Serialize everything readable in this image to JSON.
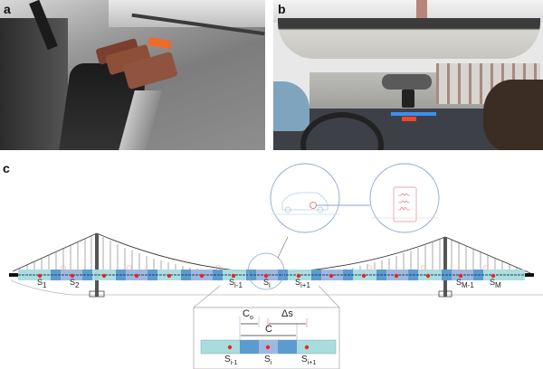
{
  "figure": {
    "panels": [
      {
        "label": "a",
        "description": "Photo of car dashboard with smartphones and orange sensor placed on it"
      },
      {
        "label": "b",
        "description": "Photo from back seat of car driving across suspension bridge; phone mounted at windshield"
      },
      {
        "label": "c",
        "description": "Schematic of suspension bridge divided into overlapping segments S1..SM with sensing vehicle and smartphone"
      }
    ],
    "segments": {
      "labels": [
        "S",
        "S",
        "S",
        "S",
        "S",
        "S",
        "S"
      ],
      "subscripts": [
        "1",
        "2",
        "i-1",
        "i",
        "i+1",
        "M-1",
        "M"
      ]
    },
    "inset": {
      "c_o_label": "C",
      "c_o_sub": "o",
      "delta_s_label": "Δs",
      "c_label": "C",
      "seg_labels": [
        {
          "main": "S",
          "sub": "i-1"
        },
        {
          "main": "S",
          "sub": "i"
        },
        {
          "main": "S",
          "sub": "i+1"
        }
      ]
    },
    "colors": {
      "segment_light": "#a9dcdc",
      "segment_mid": "#5b9bd0",
      "segment_overlap": "#9fb8e0",
      "sensor_dot": "#e8262a",
      "callout_line": "#8aa6c8",
      "phone_pink": "#e8a7b5"
    }
  }
}
